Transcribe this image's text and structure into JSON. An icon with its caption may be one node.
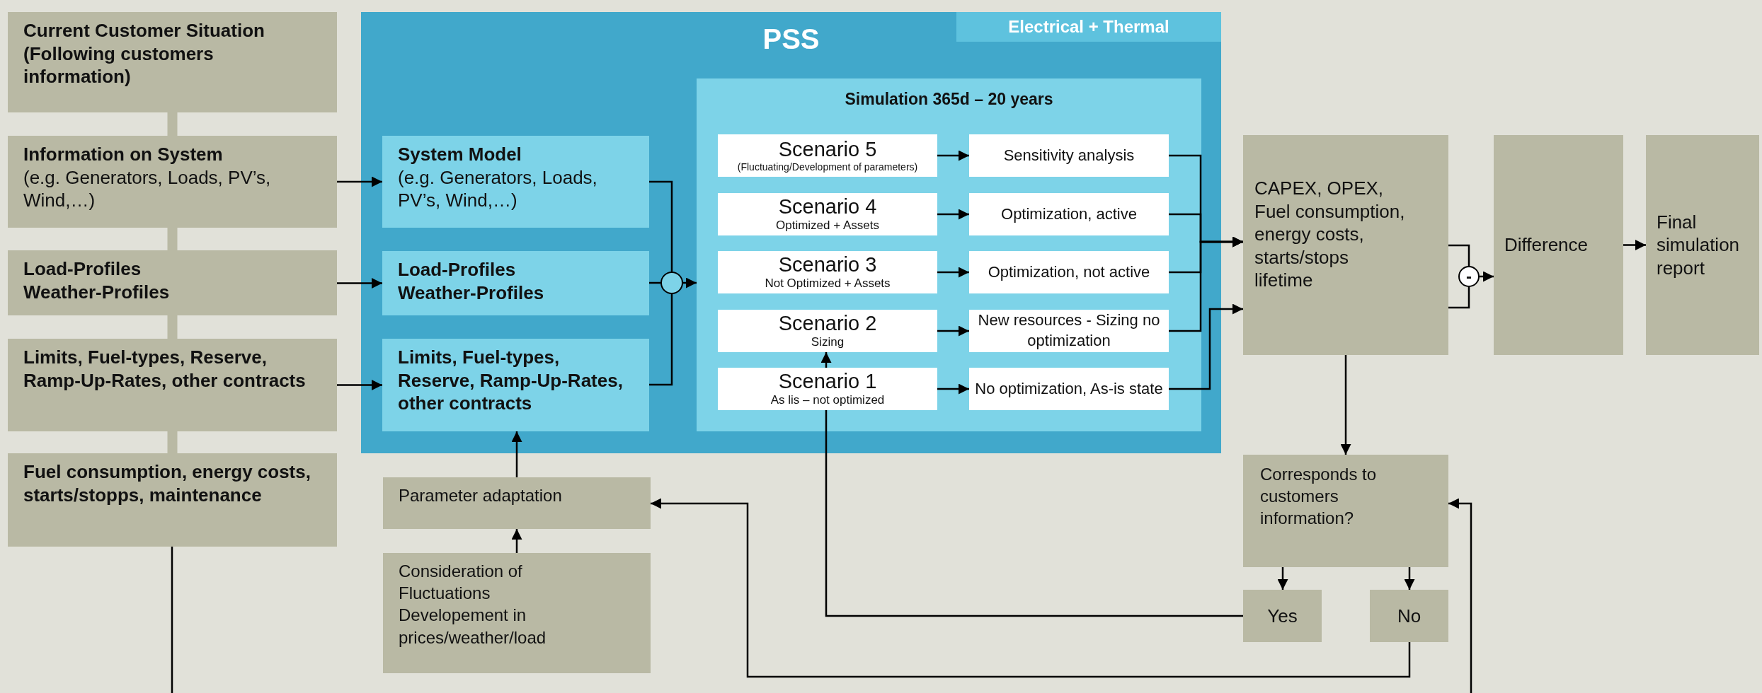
{
  "diagram": {
    "nodes": [
      {
        "text": [
          "Current Customer Situation (Following customers information)"
        ]
      },
      {
        "text": [
          "Information on System",
          "(e.g. Generators, Loads, PV’s, Wind,…)"
        ]
      },
      {
        "text": [
          "Load-Profiles Weather-Profiles"
        ]
      },
      {
        "text": [
          "Limits, Fuel-types, Reserve, Ramp-Up-Rates, other contracts"
        ]
      },
      {
        "text": [
          "Fuel consumption, energy costs, starts/stopps, maintenance"
        ]
      },
      {
        "text": [
          "PSS",
          "Electrical + Thermal"
        ]
      },
      {
        "text": [
          "System Model",
          "(e.g. Generators, Loads, PV’s, Wind,…)"
        ],
        "in": 5
      },
      {
        "text": [
          "Load-Profiles Weather-Profiles"
        ],
        "in": 5
      },
      {
        "text": [
          "Limits, Fuel-types, Reserve, Ramp-Up-Rates, other contracts"
        ],
        "in": 5
      },
      {
        "text": [],
        "shape": "circle",
        "in": 5
      },
      {
        "text": [
          "Simulation 365d – 20 years"
        ],
        "in": 5
      },
      {
        "text": [
          "Scenario 5",
          "(Fluctuating/Development of parameters)"
        ],
        "in": 10
      },
      {
        "text": [
          "Sensitivity analysis"
        ],
        "in": 10
      },
      {
        "text": [
          "Scenario 4",
          "Optimized + Assets"
        ],
        "in": 10
      },
      {
        "text": [
          "Optimization, active"
        ],
        "in": 10
      },
      {
        "text": [
          "Scenario 3",
          "Not Optimized + Assets"
        ],
        "in": 10
      },
      {
        "text": [
          "Optimization, not active"
        ],
        "in": 10
      },
      {
        "text": [
          "Scenario 2",
          "Sizing"
        ],
        "in": 10
      },
      {
        "text": [
          "New resources - Sizing no optimization"
        ],
        "in": 10
      },
      {
        "text": [
          "Scenario 1",
          "As lis – not optimized"
        ],
        "in": 10
      },
      {
        "text": [
          "No optimization, As-is state"
        ],
        "in": 10
      },
      {
        "text": [
          "CAPEX, OPEX, Fuel consumption, energy costs, starts/stops lifetime"
        ]
      },
      {
        "text": [
          "-"
        ]
      },
      {
        "text": [
          "Difference"
        ]
      },
      {
        "text": [
          "Final simulation report"
        ]
      },
      {
        "text": [
          "Corresponds to customers information?"
        ]
      },
      {
        "text": [
          "Yes"
        ]
      },
      {
        "text": [
          "No"
        ]
      },
      {
        "text": [
          "Parameter adaptation"
        ]
      },
      {
        "text": [
          "Consideration of Fluctuations Developement in prices/weather/load"
        ]
      }
    ],
    "edges": [
      {
        "from": 0,
        "to": 1,
        "arrow": "none",
        "style": "thick",
        "color": "#b9b9a4"
      },
      {
        "from": 1,
        "to": 2,
        "arrow": "none",
        "style": "thick",
        "color": "#b9b9a4"
      },
      {
        "from": 2,
        "to": 3,
        "arrow": "none",
        "style": "thick",
        "color": "#b9b9a4"
      },
      {
        "from": 3,
        "to": 4,
        "arrow": "none",
        "style": "thick",
        "color": "#b9b9a4"
      },
      {
        "from": 4,
        "to": null,
        "arrow": "none"
      },
      {
        "from": 1,
        "to": 6,
        "arrow": "to"
      },
      {
        "from": 2,
        "to": 7,
        "arrow": "to"
      },
      {
        "from": 3,
        "to": 8,
        "arrow": "to"
      },
      {
        "from": 6,
        "to": 9,
        "arrow": "none"
      },
      {
        "from": 7,
        "to": 9,
        "arrow": "none"
      },
      {
        "from": 8,
        "to": 9,
        "arrow": "none"
      },
      {
        "from": 9,
        "to": 10,
        "arrow": "to"
      },
      {
        "from": 11,
        "to": 12,
        "arrow": "to"
      },
      {
        "from": 13,
        "to": 14,
        "arrow": "to"
      },
      {
        "from": 15,
        "to": 16,
        "arrow": "to"
      },
      {
        "from": 17,
        "to": 18,
        "arrow": "to"
      },
      {
        "from": 19,
        "to": 20,
        "arrow": "to"
      },
      {
        "from": 12,
        "to": 21,
        "arrow": "to"
      },
      {
        "from": 14,
        "to": 21,
        "arrow": "to"
      },
      {
        "from": 16,
        "to": 21,
        "arrow": "to"
      },
      {
        "from": 18,
        "to": 21,
        "arrow": "to"
      },
      {
        "from": 20,
        "to": 21,
        "arrow": "to"
      },
      {
        "from": 21,
        "to": 22,
        "arrow": "none"
      },
      {
        "from": 21,
        "to": 22,
        "arrow": "none"
      },
      {
        "from": 22,
        "to": 23,
        "arrow": "to"
      },
      {
        "from": 23,
        "to": 24,
        "arrow": "to"
      },
      {
        "from": 21,
        "to": 25,
        "arrow": "to"
      },
      {
        "from": 25,
        "to": 26,
        "arrow": "to"
      },
      {
        "from": 25,
        "to": 27,
        "arrow": "to"
      },
      {
        "from": 26,
        "to": 19,
        "arrow": "none"
      },
      {
        "from": 19,
        "to": 17,
        "arrow": "to"
      },
      {
        "from": 27,
        "to": 28,
        "arrow": "to"
      },
      {
        "from": null,
        "to": 25,
        "arrow": "to"
      },
      {
        "from": 29,
        "to": 28,
        "arrow": "to"
      },
      {
        "from": 28,
        "to": 8,
        "arrow": "to"
      }
    ]
  }
}
